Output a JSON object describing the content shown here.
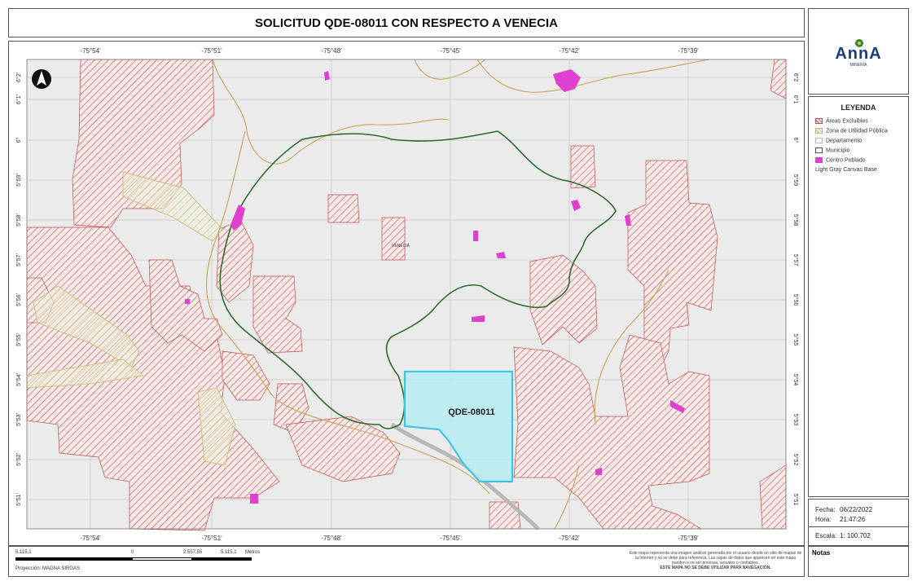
{
  "title": "SOLICITUD QDE-08011 CON RESPECTO A VENECIA",
  "map": {
    "lon_labels": [
      "-75°54'",
      "-75°51'",
      "-75°48'",
      "-75°45'",
      "-75°42'",
      "-75°39'"
    ],
    "lat_labels_left": [
      "6°2'",
      "6°1'",
      "6°",
      "5°59'",
      "5°58'",
      "5°57'",
      "5°56'",
      "5°55'",
      "5°54'",
      "5°53'",
      "5°52'",
      "5°51'"
    ],
    "lat_labels_right": [
      "6°2",
      "6°1",
      "6°",
      "5°59",
      "5°58",
      "5°57",
      "5°56",
      "5°55",
      "5°54",
      "5°53",
      "5°52",
      "5°51"
    ],
    "polygon_label": "QDE-08011",
    "town_label": "VENECIA",
    "north_icon": "north-arrow-icon"
  },
  "legend": {
    "title": "LEYENDA",
    "items": [
      {
        "label": "Áreas Excluibles",
        "color": "#c0504d"
      },
      {
        "label": "Zona de Utilidad Pública",
        "color": "#c8b96a"
      },
      {
        "label": "Departamento",
        "color": "#bbbbbb"
      },
      {
        "label": "Municipio",
        "color": "#2e6b2e"
      },
      {
        "label": "Centro Poblado",
        "color": "#e040d0"
      },
      {
        "label": "Light Gray Canvas Base",
        "color": ""
      }
    ]
  },
  "info": {
    "fecha_label": "Fecha:",
    "fecha": "06/22/2022",
    "hora_label": "Hora:",
    "hora": "21:47:26",
    "escala_label": "Escala:",
    "escala": "1: 100.702"
  },
  "notes_label": "Notas",
  "logo": {
    "text": "AnnA",
    "sub": "MINERÍA"
  },
  "scalebar": {
    "labels": [
      "5.115,1",
      "0",
      "2.557,55",
      "5.115,1",
      "Metros"
    ],
    "projection": "Proyección: MAGNA SIRGAS"
  },
  "disclaimer": "Este mapa representa una imagen análisis generada por el usuario desde un sitio de mapas de la Internet y no se debe para referencia. Las capas de datos que aparecen en este mapa pueden o no ser precisas, actuales o confiables.",
  "disclaimer_bold": "ESTE MAPA NO SE DEBE UTILIZAR PARA NAVEGACIÓN.",
  "colors": {
    "exclusion": "#c0504d",
    "utility": "#c8b96a",
    "municipio": "#2e6b2e",
    "centro": "#e040d0",
    "request_fill": "#b6ecf2",
    "request_stroke": "#3ec6e0"
  }
}
